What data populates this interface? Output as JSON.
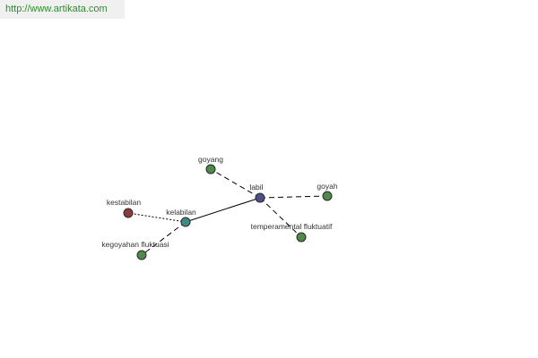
{
  "header": {
    "url": "http://www.artikata.com"
  },
  "colors": {
    "edge": "#000000",
    "node_stroke": "#2a2a2a",
    "node_center": "#4b4f8a",
    "node_hub": "#3e8a86",
    "node_antonym": "#8a3b3b",
    "node_related": "#4e8a4a",
    "url_text": "#2e8b2e",
    "url_bg": "#f0f0f0"
  },
  "graph": {
    "nodes": [
      {
        "id": "labil",
        "label": "labil",
        "color_key": "node_center",
        "icon": "circle-node"
      },
      {
        "id": "goyang",
        "label": "goyang",
        "color_key": "node_related",
        "icon": "circle-node"
      },
      {
        "id": "goyah",
        "label": "goyah",
        "color_key": "node_related",
        "icon": "circle-node"
      },
      {
        "id": "temperamental",
        "label": "temperamental fluktuatif",
        "color_key": "node_related",
        "icon": "circle-node"
      },
      {
        "id": "kelabilan",
        "label": "kelabilan",
        "color_key": "node_hub",
        "icon": "circle-node"
      },
      {
        "id": "kestabilan",
        "label": "kestabilan",
        "color_key": "node_antonym",
        "icon": "circle-node"
      },
      {
        "id": "kegoyahan",
        "label": "kegoyahan fluktuasi",
        "color_key": "node_related",
        "icon": "circle-node"
      }
    ],
    "edges": [
      {
        "from": "labil",
        "to": "kelabilan",
        "style": "solid"
      },
      {
        "from": "labil",
        "to": "goyang",
        "style": "dashed"
      },
      {
        "from": "labil",
        "to": "goyah",
        "style": "dashed"
      },
      {
        "from": "labil",
        "to": "temperamental",
        "style": "dashed"
      },
      {
        "from": "kelabilan",
        "to": "kestabilan",
        "style": "dotted"
      },
      {
        "from": "kelabilan",
        "to": "kegoyahan",
        "style": "dashed"
      }
    ]
  }
}
